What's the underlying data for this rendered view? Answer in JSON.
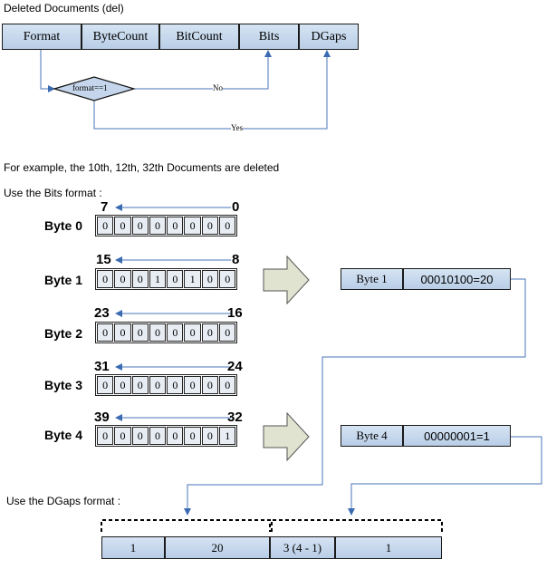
{
  "title": "Deleted Documents (del)",
  "header_fields": [
    "Format",
    "ByteCount",
    "BitCount",
    "Bits",
    "DGaps"
  ],
  "decision": {
    "label": "format==1",
    "no_label": "No",
    "yes_label": "Yes"
  },
  "example_text": "For example, the 10th, 12th, 32th Documents are deleted",
  "bits_format_label": "Use the Bits format :",
  "dgaps_format_label": "Use the DGaps format :",
  "bytes": [
    {
      "label": "Byte 0",
      "high": "7",
      "low": "0",
      "bits": [
        "0",
        "0",
        "0",
        "0",
        "0",
        "0",
        "0",
        "0"
      ]
    },
    {
      "label": "Byte 1",
      "high": "15",
      "low": "8",
      "bits": [
        "0",
        "0",
        "0",
        "1",
        "0",
        "1",
        "0",
        "0"
      ]
    },
    {
      "label": "Byte 2",
      "high": "23",
      "low": "16",
      "bits": [
        "0",
        "0",
        "0",
        "0",
        "0",
        "0",
        "0",
        "0"
      ]
    },
    {
      "label": "Byte 3",
      "high": "31",
      "low": "24",
      "bits": [
        "0",
        "0",
        "0",
        "0",
        "0",
        "0",
        "0",
        "0"
      ]
    },
    {
      "label": "Byte 4",
      "high": "39",
      "low": "32",
      "bits": [
        "0",
        "0",
        "0",
        "0",
        "0",
        "0",
        "0",
        "1"
      ]
    }
  ],
  "results": [
    {
      "label": "Byte 1",
      "value": "00010100=20"
    },
    {
      "label": "Byte 4",
      "value": "00000001=1"
    }
  ],
  "dgaps": [
    "1",
    "20",
    "3 (4 - 1)",
    "1"
  ]
}
